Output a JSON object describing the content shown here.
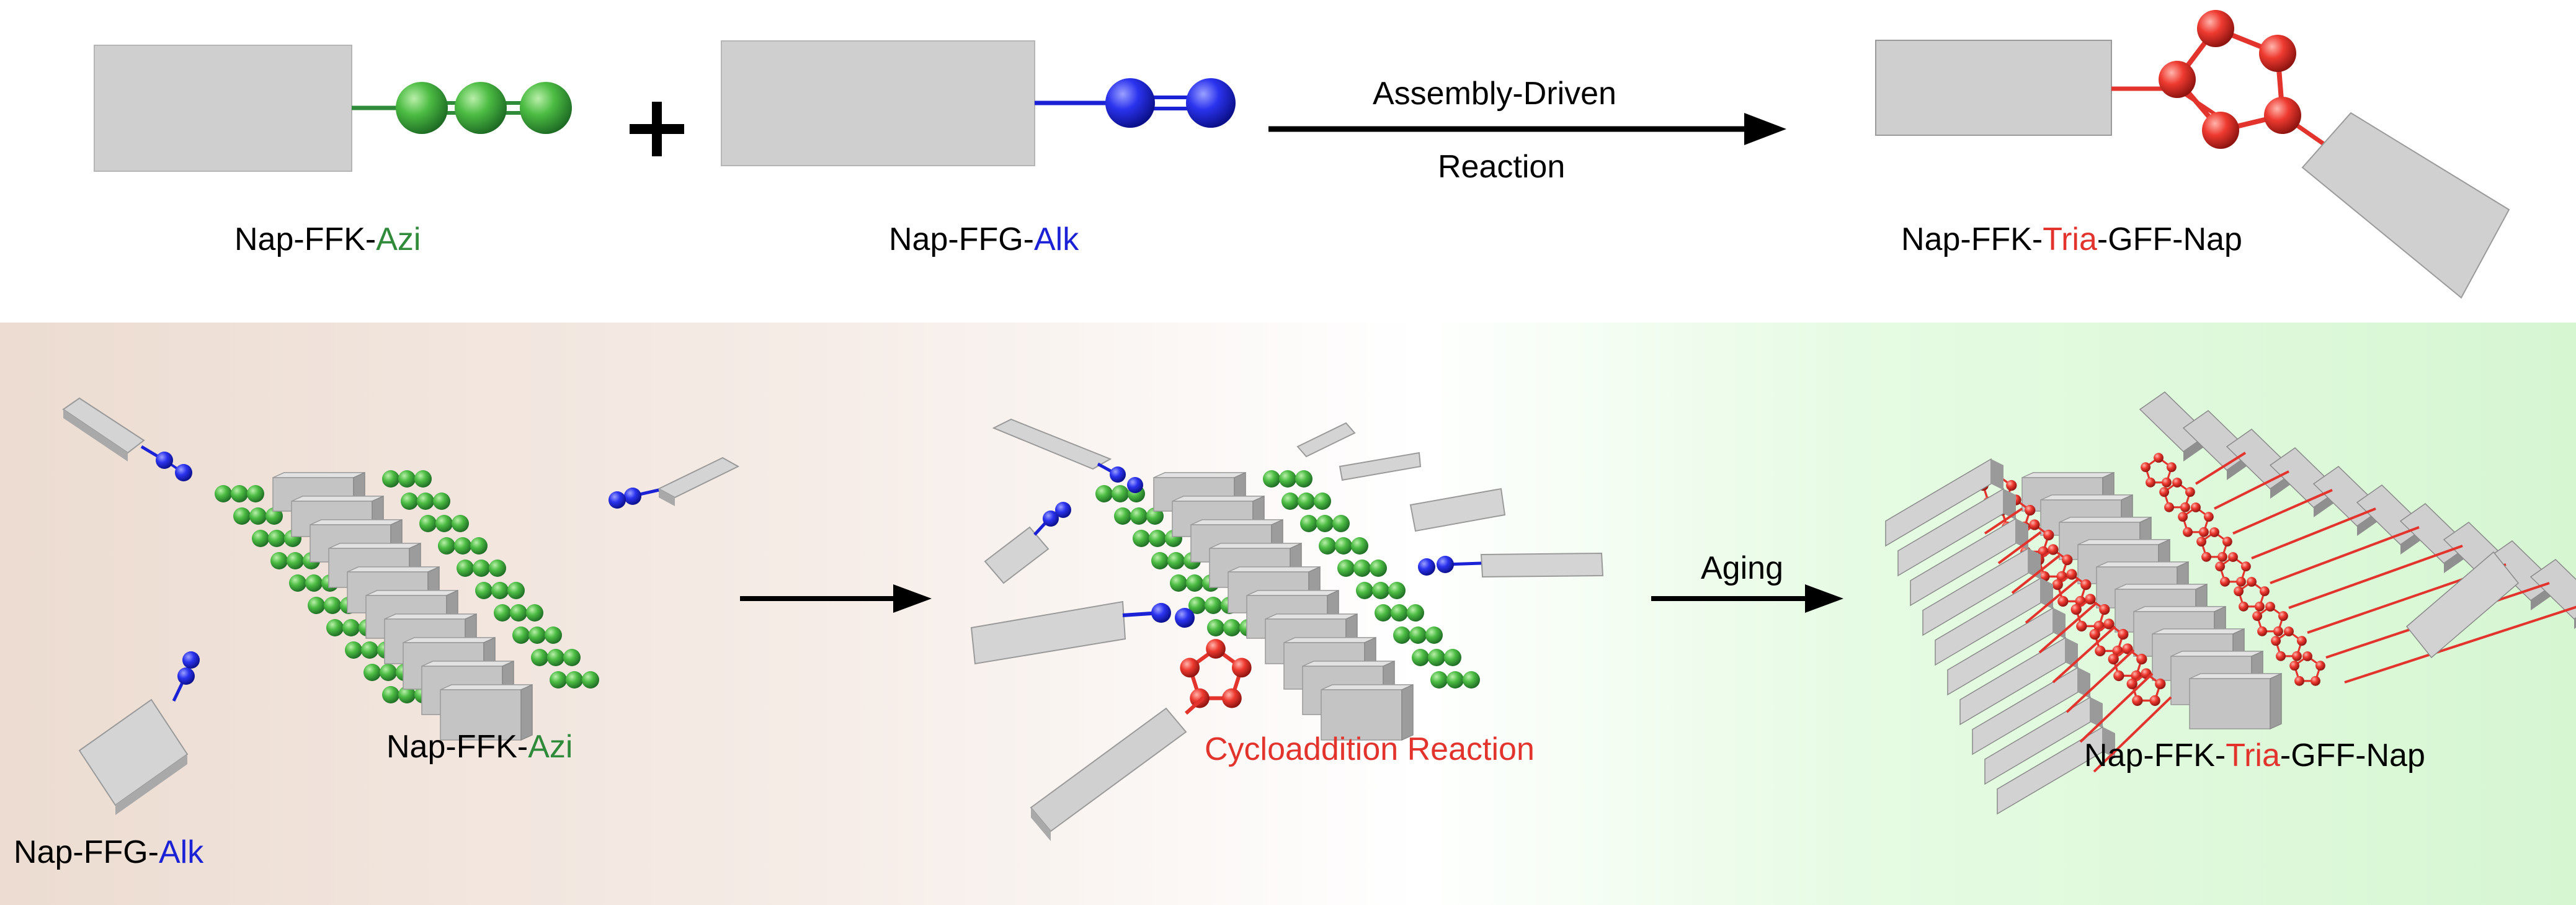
{
  "colors": {
    "azide": "#2f8a3a",
    "alkyne": "#1b22d6",
    "triazole": "#e2332c",
    "block": "#c9c9c9",
    "panel_left": "#efe2d9",
    "panel_right": "#d9f7d6"
  },
  "top": {
    "plus": "+",
    "arrow_label_line1": "Assembly-Driven",
    "arrow_label_line2": "Reaction",
    "mol1": {
      "prefix": "Nap-FFK-",
      "highlight": "Azi",
      "suffix": ""
    },
    "mol2": {
      "prefix": "Nap-FFG-",
      "highlight": "Alk",
      "suffix": ""
    },
    "product": {
      "prefix": "Nap-FFK-",
      "highlight": "Tria",
      "suffix": "-GFF-Nap"
    }
  },
  "bottom": {
    "fiber_label": {
      "prefix": "Nap-FFK-",
      "highlight": "Azi",
      "suffix": ""
    },
    "free_label": {
      "prefix": "Nap-FFG-",
      "highlight": "Alk",
      "suffix": ""
    },
    "reaction_label": "Cycloaddition Reaction",
    "aging_label": "Aging",
    "product_label": {
      "prefix": "Nap-FFK-",
      "highlight": "Tria",
      "suffix": "-GFF-Nap"
    }
  }
}
